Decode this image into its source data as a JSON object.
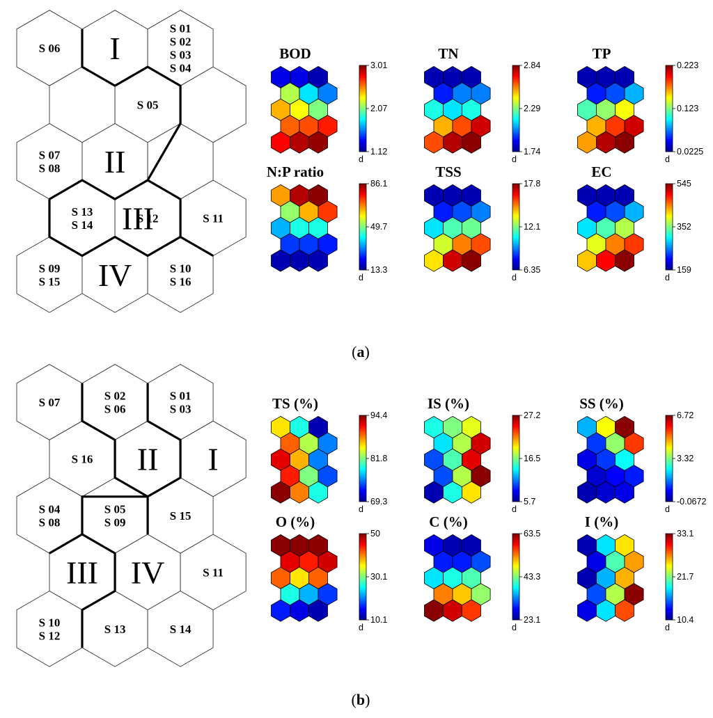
{
  "panels": [
    {
      "caption": "(a)",
      "caption_letter": "a",
      "clusters": [
        "I",
        "II",
        "III",
        "IV"
      ],
      "map_cells": [
        {
          "row": 0,
          "col": 0,
          "labels": [
            "S 06"
          ]
        },
        {
          "row": 0,
          "col": 1,
          "labels": []
        },
        {
          "row": 0,
          "col": 2,
          "labels": [
            "S 01",
            "S 02",
            "S 03",
            "S 04"
          ]
        },
        {
          "row": 1,
          "col": 0,
          "labels": []
        },
        {
          "row": 1,
          "col": 1,
          "labels": [
            "S 05"
          ]
        },
        {
          "row": 1,
          "col": 2,
          "labels": []
        },
        {
          "row": 2,
          "col": 0,
          "labels": [
            "S 07",
            "S 08"
          ]
        },
        {
          "row": 2,
          "col": 1,
          "labels": []
        },
        {
          "row": 2,
          "col": 2,
          "labels": []
        },
        {
          "row": 3,
          "col": 0,
          "labels": [
            "S 13",
            "S 14"
          ]
        },
        {
          "row": 3,
          "col": 1,
          "labels": [
            "S 12"
          ]
        },
        {
          "row": 3,
          "col": 2,
          "labels": [
            "S 11"
          ]
        },
        {
          "row": 4,
          "col": 0,
          "labels": [
            "S 09",
            "S 15"
          ]
        },
        {
          "row": 4,
          "col": 1,
          "labels": []
        },
        {
          "row": 4,
          "col": 2,
          "labels": [
            "S 10",
            "S 16"
          ]
        }
      ],
      "cluster_marks": [
        {
          "name": "I",
          "row": 0,
          "col": 1
        },
        {
          "name": "II",
          "row": 2,
          "col": 1
        },
        {
          "name": "III",
          "row": 3,
          "col": 0.85
        },
        {
          "name": "IV",
          "row": 4,
          "col": 1
        }
      ],
      "components": [
        {
          "name": "BOD",
          "max": "3.01",
          "mid": "2.07",
          "min": "1.12",
          "unit": "d",
          "grid": [
            [
              0.1,
              0.1,
              0.05
            ],
            [
              0.55,
              0.35,
              0.25
            ],
            [
              0.7,
              0.62,
              0.5
            ],
            [
              0.78,
              0.8,
              0.85
            ],
            [
              0.88,
              0.95,
              0.98
            ]
          ]
        },
        {
          "name": "TN",
          "max": "2.84",
          "mid": "2.29",
          "min": "1.74",
          "unit": "d",
          "grid": [
            [
              0.05,
              0.05,
              0.05
            ],
            [
              0.15,
              0.25,
              0.25
            ],
            [
              0.4,
              0.35,
              0.4
            ],
            [
              0.7,
              0.8,
              0.92
            ],
            [
              0.8,
              0.95,
              0.99
            ]
          ]
        },
        {
          "name": "TP",
          "max": "0.223",
          "mid": "0.123",
          "min": "0.0225",
          "unit": "d",
          "grid": [
            [
              0.05,
              0.05,
              0.05
            ],
            [
              0.15,
              0.2,
              0.3
            ],
            [
              0.45,
              0.52,
              0.62
            ],
            [
              0.7,
              0.82,
              0.92
            ],
            [
              0.72,
              0.95,
              0.99
            ]
          ]
        },
        {
          "name": "N:P ratio",
          "max": "86.1",
          "mid": "49.7",
          "min": "13.3",
          "unit": "d",
          "grid": [
            [
              0.72,
              0.95,
              0.99
            ],
            [
              0.52,
              0.7,
              0.82
            ],
            [
              0.3,
              0.4,
              0.4
            ],
            [
              0.18,
              0.18,
              0.15
            ],
            [
              0.05,
              0.05,
              0.05
            ]
          ]
        },
        {
          "name": "TSS",
          "max": "17.8",
          "mid": "12.1",
          "min": "6.35",
          "unit": "d",
          "grid": [
            [
              0.05,
              0.05,
              0.05
            ],
            [
              0.15,
              0.2,
              0.25
            ],
            [
              0.35,
              0.45,
              0.48
            ],
            [
              0.58,
              0.75,
              0.8
            ],
            [
              0.65,
              0.92,
              0.99
            ]
          ]
        },
        {
          "name": "EC",
          "max": "545",
          "mid": "352",
          "min": "159",
          "unit": "d",
          "grid": [
            [
              0.05,
              0.05,
              0.05
            ],
            [
              0.15,
              0.2,
              0.3
            ],
            [
              0.35,
              0.45,
              0.55
            ],
            [
              0.6,
              0.75,
              0.82
            ],
            [
              0.68,
              0.88,
              0.99
            ]
          ]
        }
      ]
    },
    {
      "caption": "(b)",
      "caption_letter": "b",
      "clusters": [
        "I",
        "II",
        "III",
        "IV"
      ],
      "map_cells": [
        {
          "row": 0,
          "col": 0,
          "labels": [
            "S 07"
          ]
        },
        {
          "row": 0,
          "col": 1,
          "labels": [
            "S 02",
            "S 06"
          ]
        },
        {
          "row": 0,
          "col": 2,
          "labels": [
            "S 01",
            "S 03"
          ]
        },
        {
          "row": 1,
          "col": 0,
          "labels": [
            "S 16"
          ]
        },
        {
          "row": 1,
          "col": 1,
          "labels": []
        },
        {
          "row": 1,
          "col": 2,
          "labels": []
        },
        {
          "row": 2,
          "col": 0,
          "labels": [
            "S 04",
            "S 08"
          ]
        },
        {
          "row": 2,
          "col": 1,
          "labels": [
            "S 05",
            "S 09"
          ]
        },
        {
          "row": 2,
          "col": 2,
          "labels": [
            "S 15"
          ]
        },
        {
          "row": 3,
          "col": 0,
          "labels": []
        },
        {
          "row": 3,
          "col": 1,
          "labels": []
        },
        {
          "row": 3,
          "col": 2,
          "labels": [
            "S 11"
          ]
        },
        {
          "row": 4,
          "col": 0,
          "labels": [
            "S 10",
            "S 12"
          ]
        },
        {
          "row": 4,
          "col": 1,
          "labels": [
            "S 13"
          ]
        },
        {
          "row": 4,
          "col": 2,
          "labels": [
            "S 14"
          ]
        }
      ],
      "cluster_marks": [
        {
          "name": "I",
          "row": 1,
          "col": 2
        },
        {
          "name": "II",
          "row": 1,
          "col": 1
        },
        {
          "name": "III",
          "row": 3,
          "col": 0
        },
        {
          "name": "IV",
          "row": 3,
          "col": 1
        }
      ],
      "components": [
        {
          "name": "TS (%)",
          "max": "94.4",
          "mid": "81.8",
          "min": "69.3",
          "unit": "d",
          "grid": [
            [
              0.65,
              0.4,
              0.05
            ],
            [
              0.78,
              0.55,
              0.25
            ],
            [
              0.9,
              0.7,
              0.25
            ],
            [
              0.85,
              0.5,
              0.2
            ],
            [
              0.99,
              0.75,
              0.4
            ]
          ]
        },
        {
          "name": "IS (%)",
          "max": "27.2",
          "mid": "16.5",
          "min": "5.7",
          "unit": "d",
          "grid": [
            [
              0.4,
              0.5,
              0.6
            ],
            [
              0.35,
              0.55,
              0.92
            ],
            [
              0.2,
              0.45,
              0.9
            ],
            [
              0.2,
              0.55,
              0.99
            ],
            [
              0.05,
              0.4,
              0.65
            ]
          ]
        },
        {
          "name": "SS (%)",
          "max": "6.72",
          "mid": "3.32",
          "min": "-0.0672",
          "unit": "d",
          "grid": [
            [
              0.3,
              0.62,
              0.99
            ],
            [
              0.18,
              0.52,
              0.82
            ],
            [
              0.1,
              0.18,
              0.38
            ],
            [
              0.08,
              0.12,
              0.15
            ],
            [
              0.05,
              0.08,
              0.1
            ]
          ]
        },
        {
          "name": "O (%)",
          "max": "50",
          "mid": "30.1",
          "min": "10.1",
          "unit": "d",
          "grid": [
            [
              0.99,
              0.99,
              0.99
            ],
            [
              0.9,
              0.85,
              0.92
            ],
            [
              0.78,
              0.65,
              0.78
            ],
            [
              0.4,
              0.3,
              0.18
            ],
            [
              0.15,
              0.1,
              0.05
            ]
          ]
        },
        {
          "name": "C (%)",
          "max": "63.5",
          "mid": "43.3",
          "min": "23.1",
          "unit": "d",
          "grid": [
            [
              0.1,
              0.05,
              0.05
            ],
            [
              0.15,
              0.15,
              0.2
            ],
            [
              0.35,
              0.4,
              0.45
            ],
            [
              0.75,
              0.68,
              0.52
            ],
            [
              0.99,
              0.92,
              0.82
            ]
          ]
        },
        {
          "name": "I (%)",
          "max": "33.1",
          "mid": "21.7",
          "min": "10.4",
          "unit": "d",
          "grid": [
            [
              0.05,
              0.35,
              0.65
            ],
            [
              0.1,
              0.45,
              0.72
            ],
            [
              0.05,
              0.3,
              0.7
            ],
            [
              0.2,
              0.55,
              0.99
            ],
            [
              0.1,
              0.35,
              0.8
            ]
          ]
        }
      ]
    }
  ]
}
